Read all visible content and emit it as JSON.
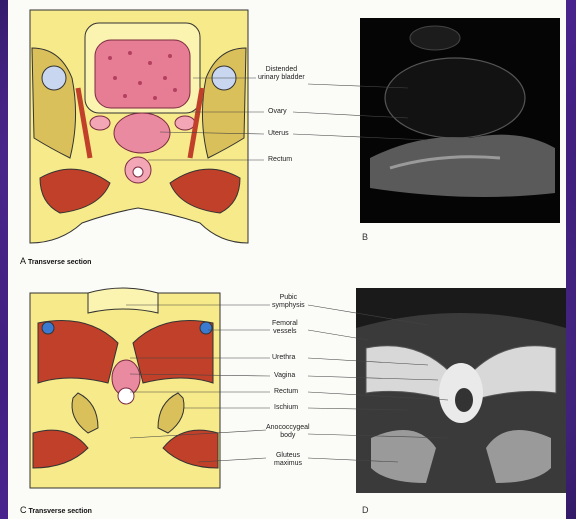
{
  "panels": {
    "a": {
      "letter": "A",
      "caption": "Transverse section"
    },
    "b": {
      "letter": "B"
    },
    "c": {
      "letter": "C",
      "caption": "Transverse section"
    },
    "d": {
      "letter": "D"
    }
  },
  "labels_top": [
    {
      "text": "Distended\nurinary bladder"
    },
    {
      "text": "Ovary"
    },
    {
      "text": "Uterus"
    },
    {
      "text": "Rectum"
    }
  ],
  "labels_bottom": [
    {
      "text": "Pubic\nsymphysis"
    },
    {
      "text": "Femoral\nvessels"
    },
    {
      "text": "Urethra"
    },
    {
      "text": "Vagina"
    },
    {
      "text": "Rectum"
    },
    {
      "text": "Ischium"
    },
    {
      "text": "Anococcygeal\nbody"
    },
    {
      "text": "Gluteus\nmaximus"
    }
  ],
  "colors": {
    "background": "#3a1f6e",
    "page": "#fbfbf8",
    "muscle": "#c0402a",
    "fat": "#f3e27a",
    "bladder": "#e26a8c"
  }
}
